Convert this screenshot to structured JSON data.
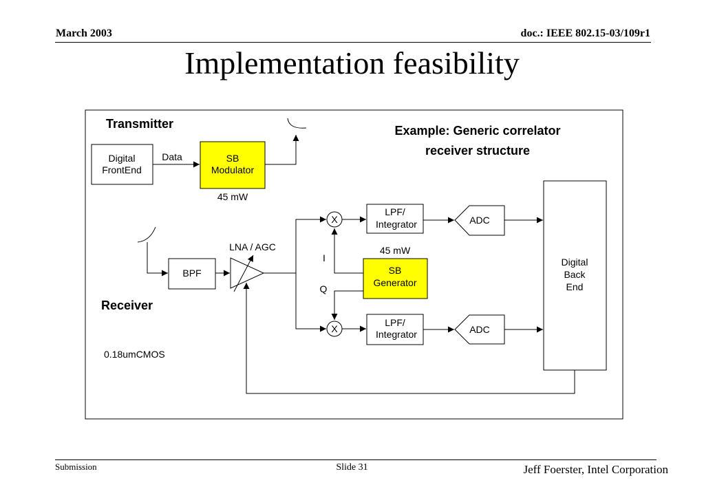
{
  "header": {
    "date": "March 2003",
    "doc_id": "doc.: IEEE 802.15-03/109r1"
  },
  "title": "Implementation feasibility",
  "diagram": {
    "transmitter_label": "Transmitter",
    "receiver_label": "Receiver",
    "example_line1": "Example:  Generic correlator",
    "example_line2": "receiver structure",
    "blocks": {
      "digital_frontend": [
        "Digital",
        "FrontEnd"
      ],
      "sb_modulator": [
        "SB",
        "Modulator"
      ],
      "bpf": "BPF",
      "lna_agc": "LNA / AGC",
      "sb_generator": [
        "SB",
        "Generator"
      ],
      "lpf_top": [
        "LPF/",
        "Integrator"
      ],
      "lpf_bottom": [
        "LPF/",
        "Integrator"
      ],
      "adc_top": "ADC",
      "adc_bottom": "ADC",
      "digital_back_end": [
        "Digital",
        "Back",
        "End"
      ],
      "mixer_symbol": "X"
    },
    "labels": {
      "data": "Data",
      "power_modulator": "45 mW",
      "power_generator": "45 mW",
      "i": "I",
      "q": "Q",
      "process": "0.18umCMOS"
    },
    "colors": {
      "highlight": "#ffff00",
      "line": "#000000"
    }
  },
  "footer": {
    "left": "Submission",
    "center": "Slide 31",
    "right": "Jeff Foerster, Intel Corporation"
  }
}
